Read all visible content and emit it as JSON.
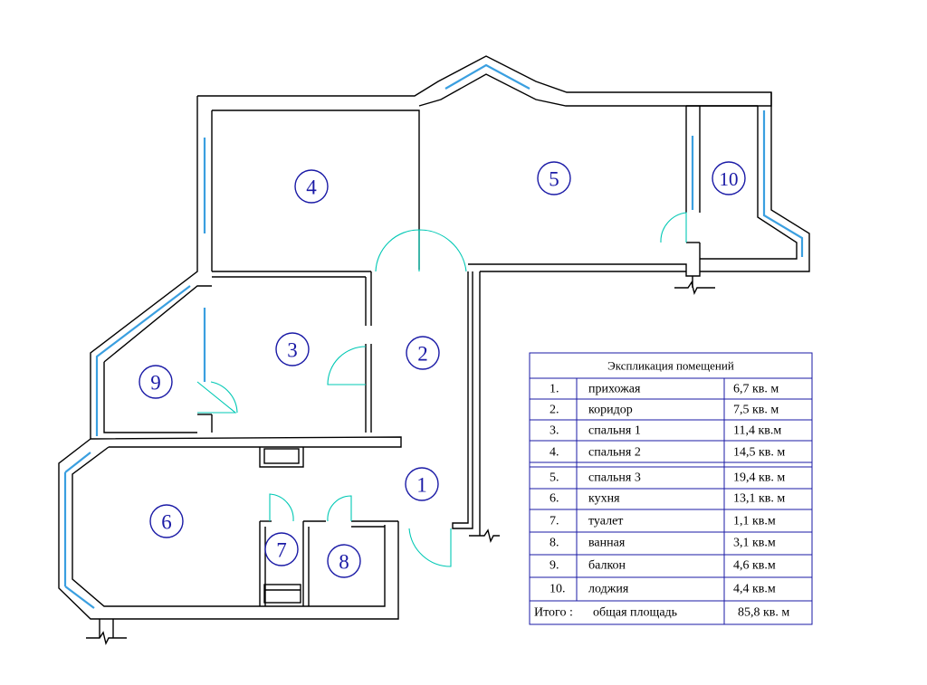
{
  "rooms": [
    {
      "num": "1"
    },
    {
      "num": "2"
    },
    {
      "num": "3"
    },
    {
      "num": "4"
    },
    {
      "num": "5"
    },
    {
      "num": "6"
    },
    {
      "num": "7"
    },
    {
      "num": "8"
    },
    {
      "num": "9"
    },
    {
      "num": "10"
    }
  ],
  "explication": {
    "title": "Экспликация помещений",
    "rows": [
      {
        "num": "1.",
        "name": "прихожая",
        "area": "6,7 кв. м"
      },
      {
        "num": "2.",
        "name": "коридор",
        "area": "7,5 кв. м"
      },
      {
        "num": "3.",
        "name": "спальня 1",
        "area": "11,4 кв.м"
      },
      {
        "num": "4.",
        "name": "спальня 2",
        "area": "14,5 кв. м"
      },
      {
        "num": "5.",
        "name": "спальня 3",
        "area": "19,4 кв. м"
      },
      {
        "num": "6.",
        "name": "кухня",
        "area": "13,1 кв. м"
      },
      {
        "num": "7.",
        "name": "туалет",
        "area": "1,1 кв.м"
      },
      {
        "num": "8.",
        "name": "ванная",
        "area": "3,1 кв.м"
      },
      {
        "num": "9.",
        "name": "балкон",
        "area": "4,6 кв.м"
      },
      {
        "num": "10.",
        "name": "лоджия",
        "area": "4,4 кв.м"
      }
    ],
    "total": {
      "label": "Итого :",
      "name": "общая площадь",
      "area": "85,8 кв. м"
    }
  },
  "colors": {
    "wall": "#000000",
    "window": "#3a9fe0",
    "door": "#00c8b4",
    "label": "#1a1aa6"
  }
}
